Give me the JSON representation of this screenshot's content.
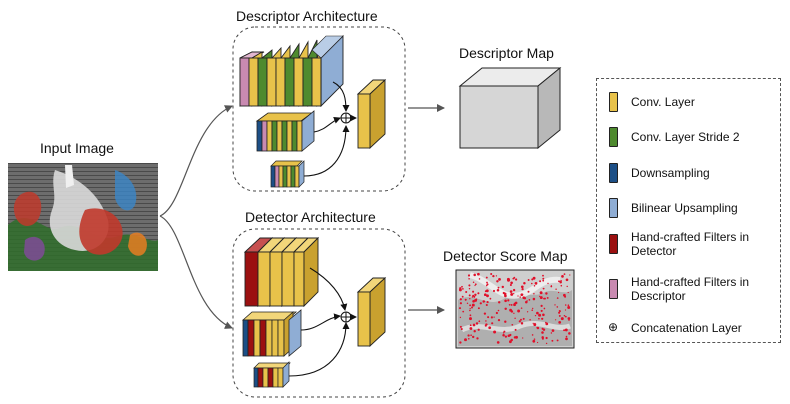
{
  "labels": {
    "input_image": "Input Image",
    "descriptor_architecture": "Descriptor Architecture",
    "detector_architecture": "Detector Architecture",
    "descriptor_map": "Descriptor Map",
    "detector_score_map": "Detector Score Map"
  },
  "colors": {
    "conv": "#e8c24a",
    "stride2": "#4e8a2e",
    "downsampling": "#1c4f86",
    "upsampling": "#8fadd4",
    "hand_detector": "#9b1010",
    "hand_descriptor": "#c98ab1"
  },
  "legend": [
    {
      "key": "conv",
      "label": "Conv. Layer",
      "icon": "conv-layer-swatch"
    },
    {
      "key": "stride2",
      "label": "Conv. Layer Stride 2",
      "icon": "stride2-swatch"
    },
    {
      "key": "downsampling",
      "label": "Downsampling",
      "icon": "downsampling-swatch"
    },
    {
      "key": "upsampling",
      "label": "Bilinear Upsampling",
      "icon": "upsampling-swatch"
    },
    {
      "key": "hand_detector",
      "label": "Hand-crafted Filters in Detector",
      "icon": "hand-detector-swatch"
    },
    {
      "key": "hand_descriptor",
      "label": "Hand-crafted Filters in Descriptor",
      "icon": "hand-descriptor-swatch"
    },
    {
      "key": "concat",
      "label": "Concatenation Layer",
      "icon": "oplus-icon"
    }
  ]
}
